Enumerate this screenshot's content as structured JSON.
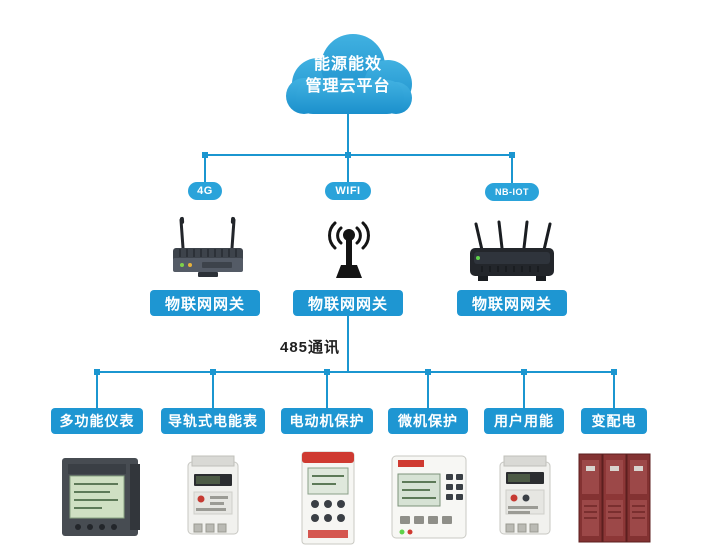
{
  "cloud": {
    "line1": "能源能效",
    "line2": "管理云平台"
  },
  "uplinks": [
    {
      "label": "4G"
    },
    {
      "label": "WIFI"
    },
    {
      "label": "NB-IOT"
    }
  ],
  "gateways": [
    {
      "label": "物联网网关"
    },
    {
      "label": "物联网网关"
    },
    {
      "label": "物联网网关"
    }
  ],
  "bus": {
    "label": "485通讯"
  },
  "devices": [
    {
      "label": "多功能仪表"
    },
    {
      "label": "导轨式电能表"
    },
    {
      "label": "电动机保护"
    },
    {
      "label": "微机保护"
    },
    {
      "label": "用户用能"
    },
    {
      "label": "变配电"
    }
  ],
  "colors": {
    "line": "#1b96d0",
    "pill": "#1e96d2",
    "cloud_top": "#41b1e1",
    "cloud_bottom": "#1b90cc"
  }
}
